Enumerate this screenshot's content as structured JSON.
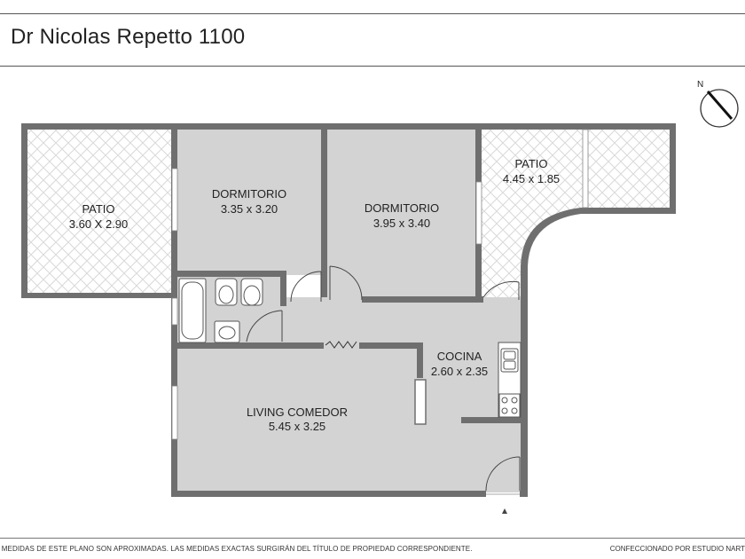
{
  "header": {
    "title": "Dr Nicolas Repetto 1100"
  },
  "compass": {
    "label": "N"
  },
  "rooms": [
    {
      "name": "PATIO",
      "size": "3.60 X 2.90"
    },
    {
      "name": "DORMITORIO",
      "size": "3.35 x 3.20"
    },
    {
      "name": "DORMITORIO",
      "size": "3.95 x 3.40"
    },
    {
      "name": "PATIO",
      "size": "4.45 x 1.85"
    },
    {
      "name": "COCINA",
      "size": "2.60 x 2.35"
    },
    {
      "name": "LIVING COMEDOR",
      "size": "5.45 x 3.25"
    }
  ],
  "footer": {
    "disclaimer": "S MEDIDAS  DE ESTE PLANO SON APROXIMADAS. LAS MEDIDAS EXACTAS SURGIRÁN DEL TÍTULO DE PROPIEDAD CORRESPONDIENTE.",
    "credit": "CONFECCIONADO POR ESTUDIO NART"
  }
}
